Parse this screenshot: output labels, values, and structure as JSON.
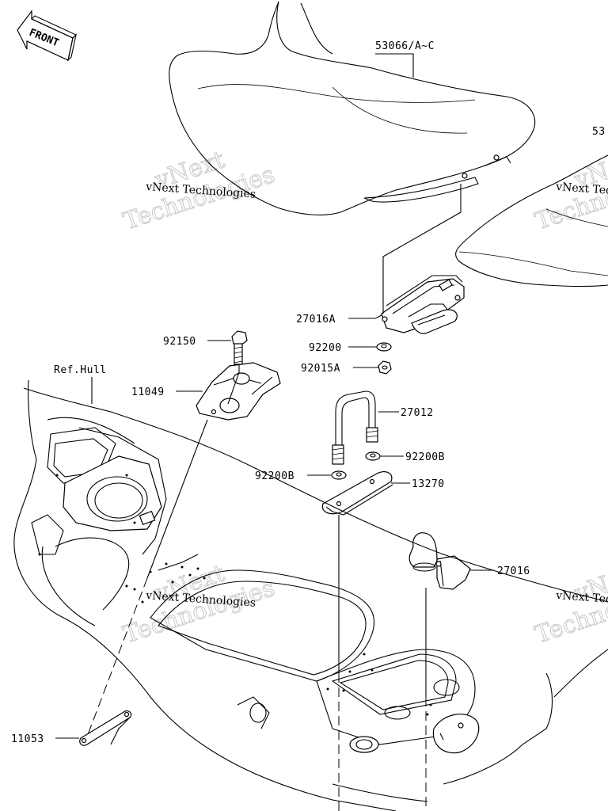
{
  "orientation": {
    "front_label": "FRONT"
  },
  "watermark": {
    "line1": "vNext",
    "line2": "Technologies",
    "caption": "vNext Technologies"
  },
  "parts": [
    {
      "id": "p-53066",
      "number": "53066/A~C"
    },
    {
      "id": "p-53-partial",
      "number": "53"
    },
    {
      "id": "p-27016A",
      "number": "27016A"
    },
    {
      "id": "p-92200",
      "number": "92200"
    },
    {
      "id": "p-92015A",
      "number": "92015A"
    },
    {
      "id": "p-92150",
      "number": "92150"
    },
    {
      "id": "p-11049",
      "number": "11049"
    },
    {
      "id": "p-refhull",
      "number": "Ref.Hull"
    },
    {
      "id": "p-27012",
      "number": "27012"
    },
    {
      "id": "p-92200B-right",
      "number": "92200B"
    },
    {
      "id": "p-92200B-left",
      "number": "92200B"
    },
    {
      "id": "p-13270",
      "number": "13270"
    },
    {
      "id": "p-27016",
      "number": "27016"
    },
    {
      "id": "p-11053",
      "number": "11053"
    }
  ]
}
